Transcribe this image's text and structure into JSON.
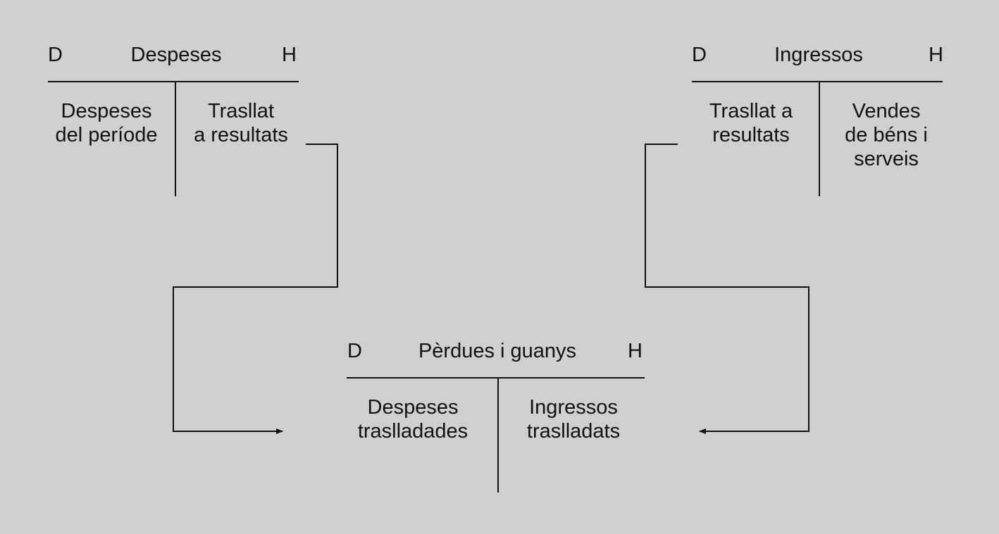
{
  "colors": {
    "background": "#d0d0d0",
    "line": "#111111",
    "text": "#111111"
  },
  "accounts": {
    "expenses": {
      "debit_marker": "D",
      "title": "Despeses",
      "credit_marker": "H",
      "debit_entry": [
        "Despeses",
        "del període"
      ],
      "credit_entry": [
        "Trasllat",
        "a resultats"
      ]
    },
    "income": {
      "debit_marker": "D",
      "title": "Ingressos",
      "credit_marker": "H",
      "debit_entry": [
        "Trasllat a",
        "resultats"
      ],
      "credit_entry": [
        "Vendes",
        "de béns i",
        "serveis"
      ]
    },
    "profit_loss": {
      "debit_marker": "D",
      "title": "Pèrdues i guanys",
      "credit_marker": "H",
      "debit_entry": [
        "Despeses",
        "traslladades"
      ],
      "credit_entry": [
        "Ingressos",
        "traslladats"
      ]
    }
  }
}
